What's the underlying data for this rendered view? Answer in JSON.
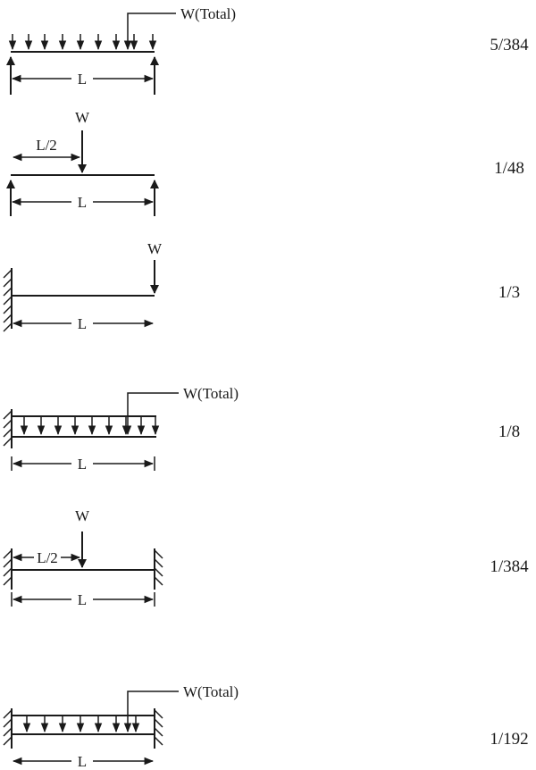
{
  "labels": {
    "total_load": "W(Total)",
    "point_load": "W",
    "length": "L",
    "half_length": "L/2"
  },
  "cases": [
    {
      "id": "simply-supported-udl",
      "support": "simply-supported",
      "load": "uniform",
      "coefficient": "5/384"
    },
    {
      "id": "simply-supported-center-point",
      "support": "simply-supported",
      "load": "center-point",
      "coefficient": "1/48"
    },
    {
      "id": "cantilever-end-point",
      "support": "cantilever",
      "load": "end-point",
      "coefficient": "1/3"
    },
    {
      "id": "cantilever-udl",
      "support": "cantilever",
      "load": "uniform",
      "coefficient": "1/8"
    },
    {
      "id": "fixed-fixed-center-point",
      "support": "fixed-both-ends",
      "load": "center-point",
      "coefficient": "1/384"
    },
    {
      "id": "fixed-fixed-udl",
      "support": "fixed-both-ends",
      "load": "uniform",
      "coefficient": "1/192"
    }
  ]
}
